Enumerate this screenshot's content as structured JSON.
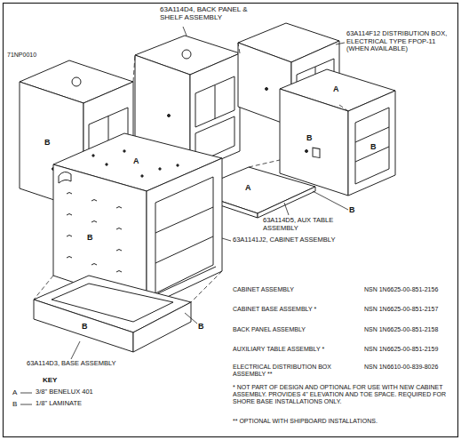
{
  "diagram": {
    "labels": [
      "71NP0010",
      "63A114D4, BACK PANEL & SHELF ASSEMBLY",
      "63A114F12 DISTRIBUTION BOX, ELECTRICAL TYPE FPOP-11 (WHEN AVAILABLE)",
      "63A114D5, AUX TABLE ASSEMBLY",
      "63A1141J2, CABINET ASSEMBLY",
      "63A114D3, BASE ASSEMBLY",
      "KEY",
      "A",
      "B",
      "CABINET ASSEMBLY",
      "NSN 1N6625-00-851-2156",
      "CABINET BASE ASSEMBLY *",
      "NSN 1N6625-00-851-2157",
      "BACK PANEL ASSEMBLY",
      "NSN 1N6625-00-851-2158",
      "AUXILIARY TABLE ASSEMBLY *",
      "NSN 1N6625-00-851-2159",
      "ELECTRICAL DISTRIBUTION BOX ASSEMBLY **",
      "NSN 1N6610-00-839-8026",
      "* NOT PART OF DESIGN AND OPTIONAL FOR USE WITH NEW CABINET ASSEMBLY. PROVIDES 4\" ELEVATION AND TOE SPACE. REQUIRED FOR SHORE BASE INSTALLATIONS ONLY.",
      "** OPTIONAL WITH SHIPBOARD INSTALLATIONS.",
      "B",
      "A",
      "B",
      "B",
      "A",
      "B",
      "A",
      "B",
      "B",
      "B"
    ],
    "legend": [
      {
        "text": "3/8\" BENELUX 401"
      },
      {
        "text": "1/8\" LAMINATE"
      }
    ]
  }
}
